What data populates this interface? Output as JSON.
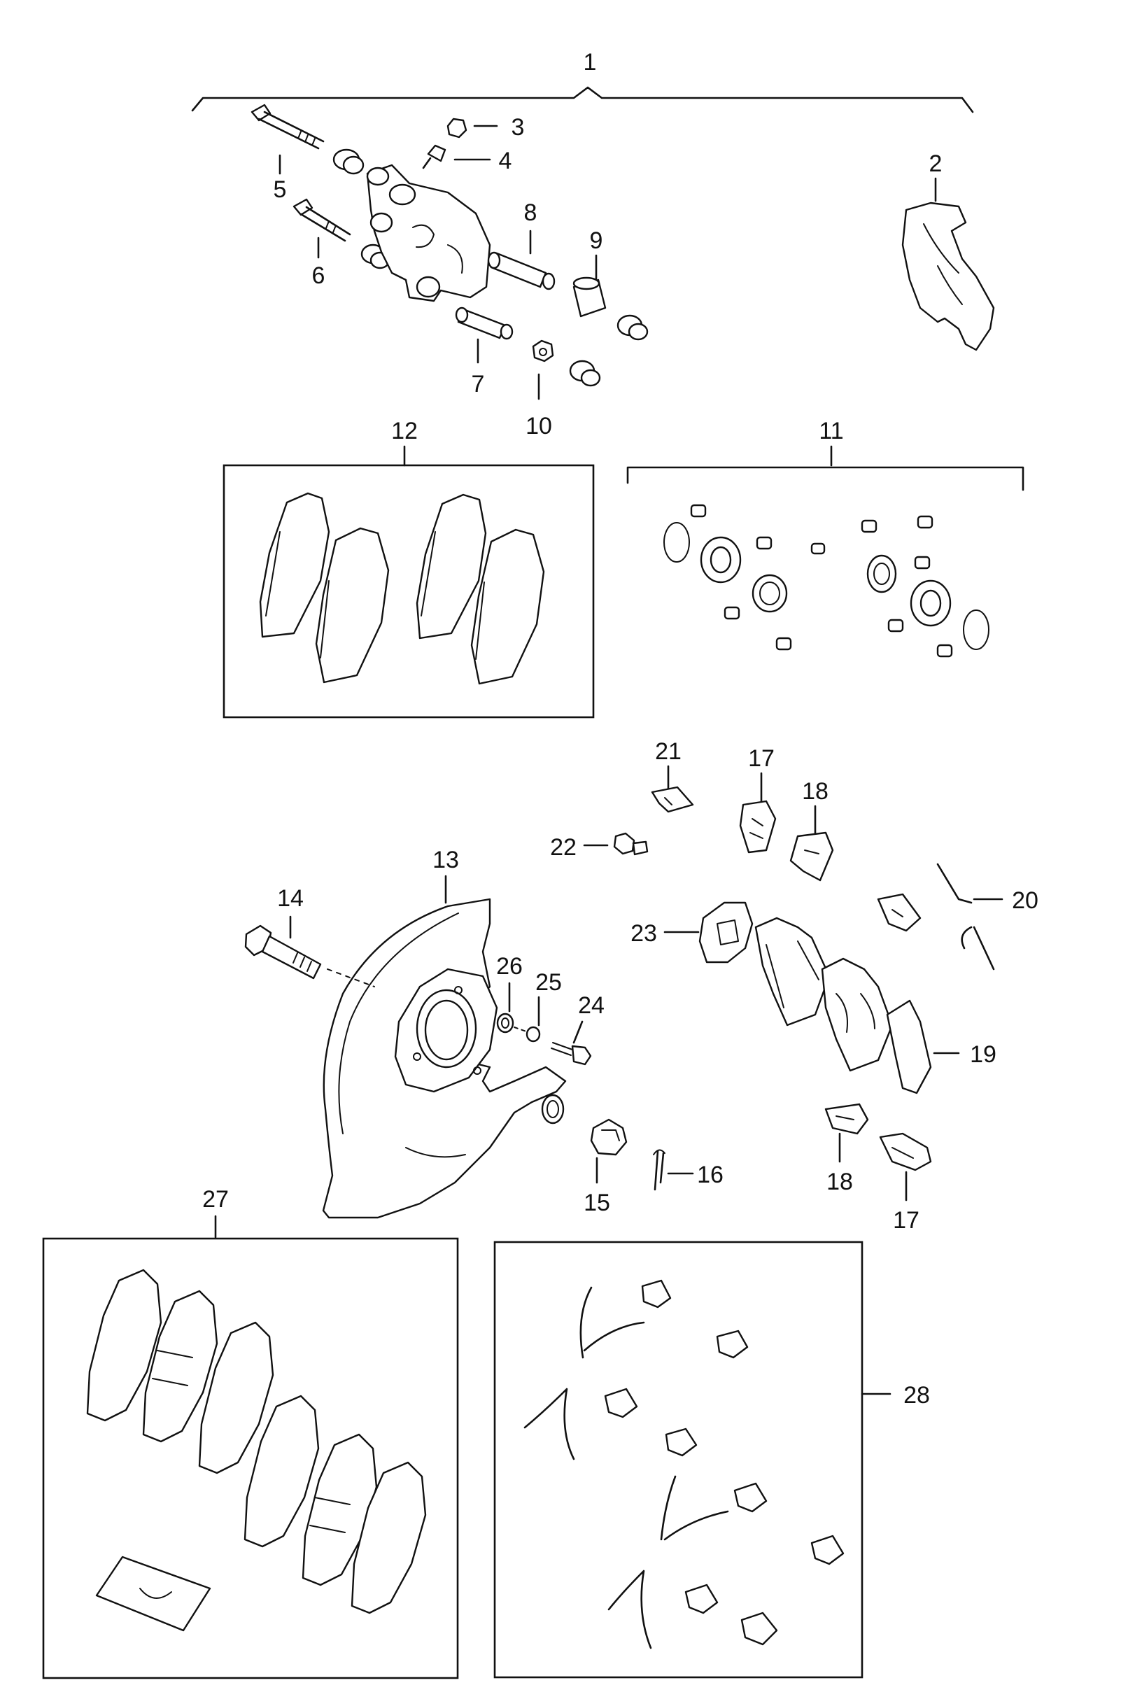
{
  "diagram": {
    "callouts": {
      "c1": "1",
      "c2": "2",
      "c3": "3",
      "c4": "4",
      "c5": "5",
      "c6": "6",
      "c7": "7",
      "c8": "8",
      "c9": "9",
      "c10": "10",
      "c11": "11",
      "c12": "12",
      "c13": "13",
      "c14": "14",
      "c15": "15",
      "c16": "16",
      "c17a": "17",
      "c17b": "17",
      "c18a": "18",
      "c18b": "18",
      "c19": "19",
      "c20": "20",
      "c21": "21",
      "c22": "22",
      "c23": "23",
      "c24": "24",
      "c25": "25",
      "c26": "26",
      "c27": "27",
      "c28": "28"
    }
  }
}
